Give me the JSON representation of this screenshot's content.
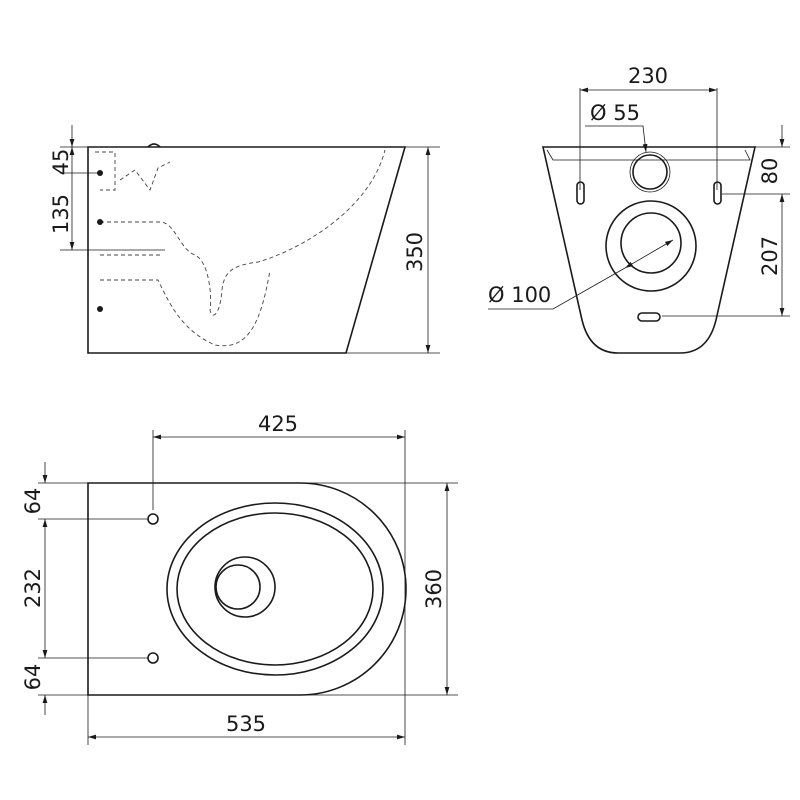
{
  "side_view": {
    "dim_top_offset": "45",
    "dim_spacing": "135",
    "dim_height": "350"
  },
  "front_view": {
    "dim_width": "230",
    "dim_inlet": "Ø 55",
    "dim_outlet": "Ø 100",
    "dim_top": "80",
    "dim_lower": "207"
  },
  "top_view": {
    "dim_holes_to_front": "425",
    "dim_length": "535",
    "dim_width": "360",
    "dim_edge_top": "64",
    "dim_hole_spacing": "232",
    "dim_edge_bottom": "64"
  }
}
